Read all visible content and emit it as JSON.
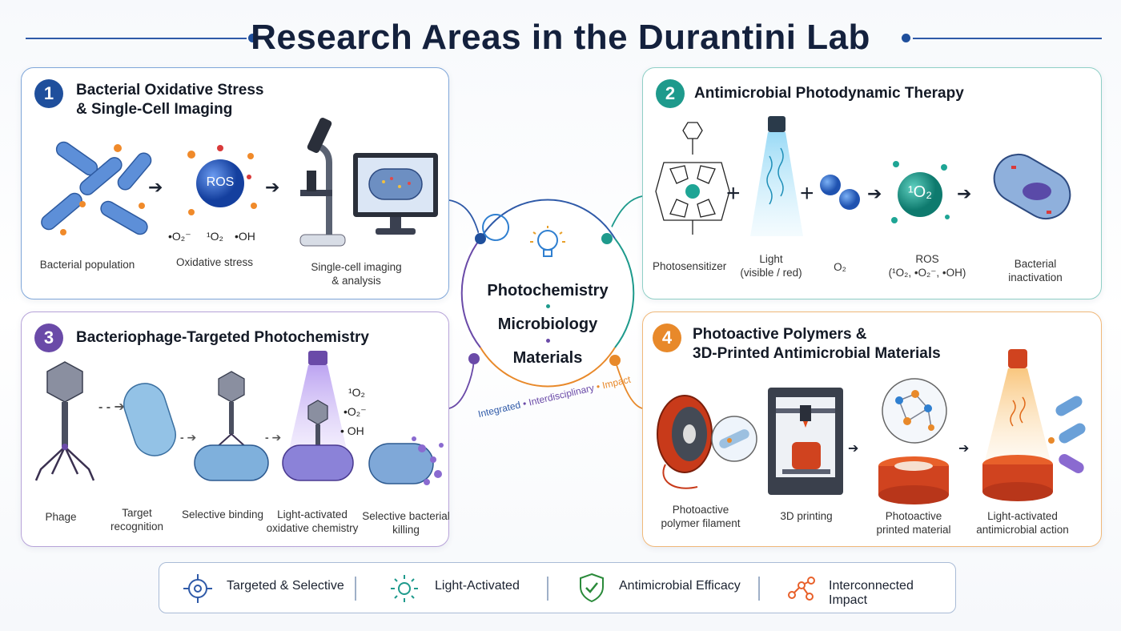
{
  "title": "Research Areas in the Durantini Lab",
  "panels": {
    "p1": {
      "number": "1",
      "title_line1": "Bacterial Oxidative Stress",
      "title_line2": "& Single-Cell Imaging",
      "ros_label": "ROS",
      "species": [
        "•O₂⁻",
        "¹O₂",
        "•OH"
      ],
      "captions": [
        "Bacterial population",
        "Oxidative stress",
        "Single-cell imaging",
        "& analysis"
      ],
      "color": "#1f4f9c"
    },
    "p2": {
      "number": "2",
      "title": "Antimicrobial Photodynamic Therapy",
      "singlet_label": "¹O₂",
      "captions": [
        "Photosensitizer",
        "Light",
        "(visible / red)",
        "O₂",
        "ROS",
        "(¹O₂, •O₂⁻, •OH)",
        "Bacterial",
        "inactivation"
      ],
      "color": "#1e9a8c"
    },
    "p3": {
      "number": "3",
      "title": "Bacteriophage-Targeted Photochemistry",
      "species": [
        "¹O₂",
        "•O₂⁻",
        "• OH"
      ],
      "captions": [
        "Phage",
        "Target",
        "recognition",
        "Selective binding",
        "Light-activated",
        "oxidative chemistry",
        "Selective bacterial",
        "killing"
      ],
      "color": "#6a4aa8"
    },
    "p4": {
      "number": "4",
      "title_line1": "Photoactive Polymers &",
      "title_line2": "3D-Printed Antimicrobial Materials",
      "captions": [
        "Photoactive",
        "polymer filament",
        "3D printing",
        "Photoactive",
        "printed material",
        "Light-activated",
        "antimicrobial action"
      ],
      "color": "#e8892a"
    }
  },
  "center": {
    "words": [
      "Photochemistry",
      "Microbiology",
      "Materials"
    ],
    "ring_text": [
      "Integrated",
      "•",
      "Interdisciplinary",
      "•",
      "Impact"
    ]
  },
  "legend": [
    {
      "icon": "target-icon",
      "label": "Targeted & Selective"
    },
    {
      "icon": "sun-icon",
      "label": "Light-Activated"
    },
    {
      "icon": "shield-check-icon",
      "label": "Antimicrobial Efficacy"
    },
    {
      "icon": "network-icon",
      "label": "Interconnected Impact"
    }
  ]
}
